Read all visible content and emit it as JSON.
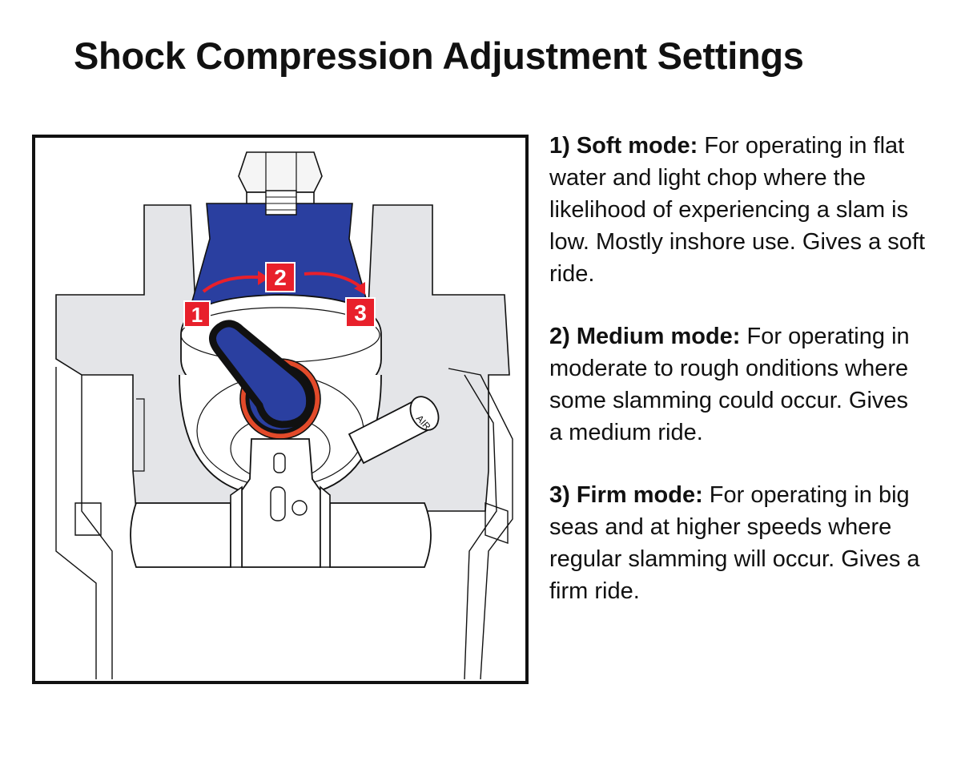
{
  "title": "Shock Compression Adjustment Settings",
  "diagram": {
    "labels": {
      "soft": "1",
      "medium": "2",
      "firm": "3",
      "valve": "AIR"
    },
    "colors": {
      "dial": "#2a3fa0",
      "marker": "#e8202b",
      "ring": "#e24a2a",
      "housing": "#e4e5e8",
      "outline": "#111111"
    }
  },
  "modes": [
    {
      "heading": "1) Soft mode:",
      "text": " For operating in flat water and light chop where the likelihood of experiencing a slam is low. Mostly inshore use. Gives a soft ride."
    },
    {
      "heading": "2) Medium mode:",
      "text": " For operating in moderate to rough onditions where some slamming could occur. Gives a medium ride."
    },
    {
      "heading": "3) Firm mode:",
      "text": " For operating in big seas and at higher speeds where regular slamming will occur. Gives a firm ride."
    }
  ]
}
